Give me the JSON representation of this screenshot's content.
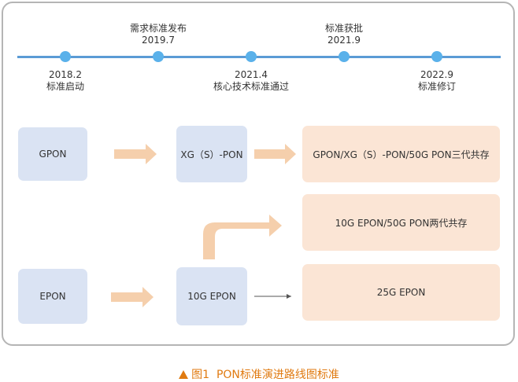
{
  "timeline": {
    "color": "#5b9bd5",
    "dot_color": "#5ab1ea",
    "events": [
      {
        "date": "2018.2",
        "label": "标准启动",
        "position": "below"
      },
      {
        "date": "2019.7",
        "label": "需求标准发布",
        "position": "above"
      },
      {
        "date": "2021.4",
        "label": "核心技术标准通过",
        "position": "below"
      },
      {
        "date": "2021.9",
        "label": "标准获批",
        "position": "above"
      },
      {
        "date": "2022.9",
        "label": "标准修订",
        "position": "below"
      }
    ]
  },
  "nodes": {
    "gpon": "GPON",
    "xgspon": "XG（S）-PON",
    "gpon_coexist": "GPON/XG（S）-PON/50G PON三代共存",
    "tengepon_coexist": "10G EPON/50G PON两代共存",
    "epon": "EPON",
    "tengepon": "10G EPON",
    "twentyfivegepon": "25G EPON"
  },
  "colors": {
    "blue_box": "#dae3f3",
    "peach_box": "#fbe5d5",
    "arrow": "#f5cfac",
    "caption": "#e07a10"
  },
  "caption": {
    "figure_label": "图1",
    "title": "PON标准演进路线图标准"
  }
}
